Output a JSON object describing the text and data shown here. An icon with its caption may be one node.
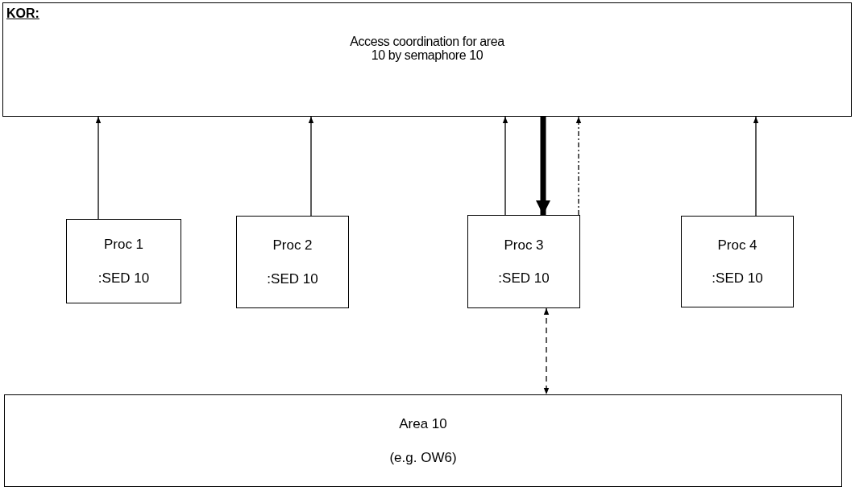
{
  "diagram": {
    "nodes": [
      {
        "text": [
          "KOR:",
          "Access coordination for area  10 by semaphore  10"
        ]
      },
      {
        "text": [
          "Proc 1",
          ":SED 10"
        ]
      },
      {
        "text": [
          "Proc 2",
          ":SED 10"
        ]
      },
      {
        "text": [
          "Proc 3",
          ":SED 10"
        ]
      },
      {
        "text": [
          "Proc 4",
          ":SED 10"
        ]
      },
      {
        "text": [
          "Area 10",
          "(e.g. OW6)"
        ]
      }
    ],
    "edges": [
      {
        "from": 1,
        "to": 0,
        "arrow": "to"
      },
      {
        "from": 2,
        "to": 0,
        "arrow": "to"
      },
      {
        "from": 3,
        "to": 0,
        "arrow": "to"
      },
      {
        "from": 0,
        "to": 3,
        "arrow": "to",
        "style": "thick"
      },
      {
        "from": 3,
        "to": 0,
        "arrow": "to",
        "style": "dashed"
      },
      {
        "from": 4,
        "to": 0,
        "arrow": "to"
      },
      {
        "from": 3,
        "to": 5,
        "arrow": "both",
        "style": "dashed"
      }
    ]
  }
}
